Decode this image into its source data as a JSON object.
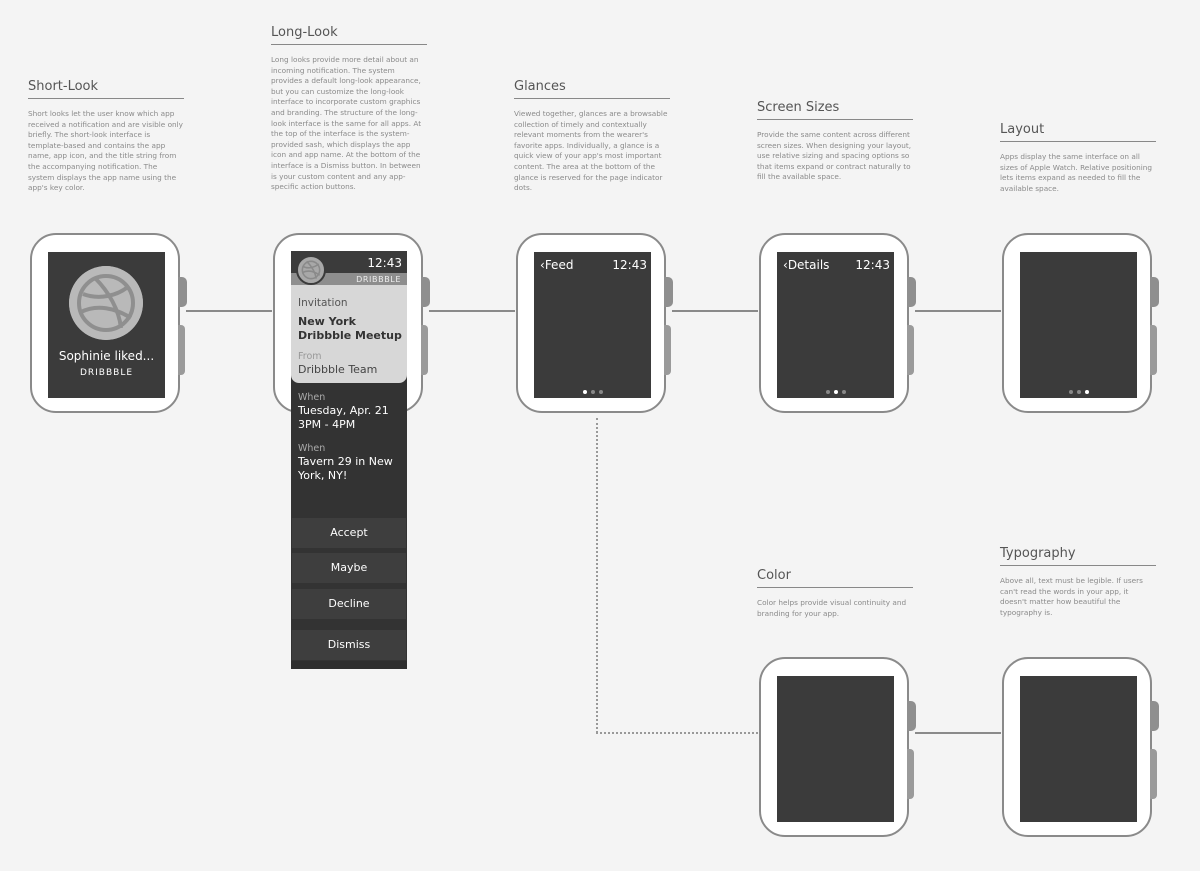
{
  "sections": {
    "short_look": {
      "title": "Short-Look",
      "body": "Short looks let the user know which app received a notification and are visible only briefly. The short-look interface is template-based and contains the app name, app icon, and the title string from the accompanying notification. The system displays the app name using the app's key color."
    },
    "long_look": {
      "title": "Long-Look",
      "body": "Long looks provide more detail about an incoming notification. The system provides a default long-look appearance, but you can customize the long-look interface to incorporate custom graphics and branding. The structure of the long-look interface is the same for all apps. At the top of the interface is the system-provided sash, which displays the app icon and app name. At the bottom of the interface is a Dismiss button. In between is your custom content and any app-specific action buttons."
    },
    "glances": {
      "title": "Glances",
      "body": "Viewed together, glances are a browsable collection of timely and contextually relevant moments from the wearer's favorite apps. Individually, a glance is a quick view of your app's most important content. The area at the bottom of the glance is reserved for the page indicator dots."
    },
    "screen_sizes": {
      "title": "Screen Sizes",
      "body": "Provide the same content across different screen sizes. When designing your layout, use relative sizing and spacing options so that items expand or contract naturally to fill the available space."
    },
    "layout": {
      "title": "Layout",
      "body": "Apps display the same interface on all sizes of Apple Watch. Relative positioning lets items expand as needed to fill the available space."
    },
    "color": {
      "title": "Color",
      "body": "Color helps provide visual continuity and branding for your app."
    },
    "typography": {
      "title": "Typography",
      "body": "Above all, text must be legible. If users can't read the words in your app, it doesn't matter how beautiful the typography is."
    }
  },
  "short_look_screen": {
    "title": "Sophinie liked...",
    "app_name": "DRIBBBLE"
  },
  "long_look_screen": {
    "time": "12:43",
    "app_name": "DRIBBBLE",
    "kind": "Invitation",
    "event": "New York Dribbble Meetup",
    "from_label": "From",
    "from_value": "Dribbble Team",
    "when1_label": "When",
    "when1_value": "Tuesday, Apr. 21 3PM - 4PM",
    "when2_label": "When",
    "when2_value": "Tavern 29 in New York, NY!",
    "buttons": {
      "accept": "Accept",
      "maybe": "Maybe",
      "decline": "Decline",
      "dismiss": "Dismiss"
    }
  },
  "glance_screen": {
    "back_title": "Feed",
    "time": "12:43",
    "page_dots": {
      "count": 3,
      "active": 1
    }
  },
  "screen_sizes_screen": {
    "back_title": "Details",
    "time": "12:43",
    "page_dots": {
      "count": 3,
      "active": 2
    }
  },
  "layout_screen": {
    "page_dots": {
      "count": 3,
      "active": 3
    }
  },
  "icons": {
    "app_icon": "dribbble-ball-icon",
    "back": "chevron-left-icon"
  },
  "colors": {
    "background": "#f4f4f4",
    "screen": "#3b3b3b",
    "card": "#d7d7d7",
    "sash": "#8e8e8e",
    "outline": "#8a8a8a"
  }
}
